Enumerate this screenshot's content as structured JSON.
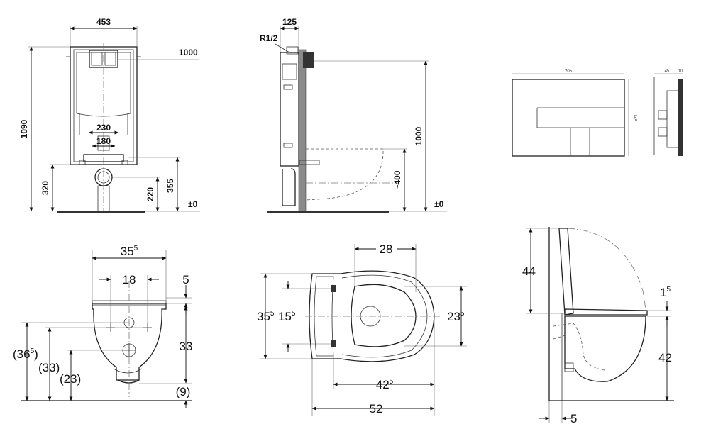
{
  "frame_view": {
    "width": "453",
    "height": "1090",
    "button_height": "1000",
    "pipe_spacing": "230",
    "bolt_spacing": "180",
    "outlet_height": "320",
    "drain_height": "220",
    "inlet_height": "355",
    "floor": "±0"
  },
  "side_view": {
    "depth": "125",
    "thread": "R1/2",
    "height": "1000",
    "seat_height": "~400",
    "floor": "±0"
  },
  "plate_view": {
    "width": "205",
    "height": "145",
    "depth_a": "45",
    "depth_b": "10"
  },
  "front_view": {
    "width_main": "35",
    "width_sup": "5",
    "bolt_spacing": "18",
    "top_offset": "5",
    "bowl_height": "33",
    "total_height_main": "(36",
    "total_height_sup": "5",
    "total_height_close": ")",
    "bolt_height": "(33)",
    "drain_height": "(23)",
    "bottom_offset": "(9)"
  },
  "top_view": {
    "opening_width": "28",
    "width_main": "35",
    "width_sup": "5",
    "bolt_main": "15",
    "bolt_sup": "5",
    "seat_width_main": "23",
    "seat_width_sup": "5",
    "seat_length_main": "42",
    "seat_length_sup": "5",
    "total_length": "52"
  },
  "profile_view": {
    "lid_height": "44",
    "gap_main": "1",
    "gap_sup": "5",
    "bowl_height": "42",
    "wall_offset": "5"
  }
}
